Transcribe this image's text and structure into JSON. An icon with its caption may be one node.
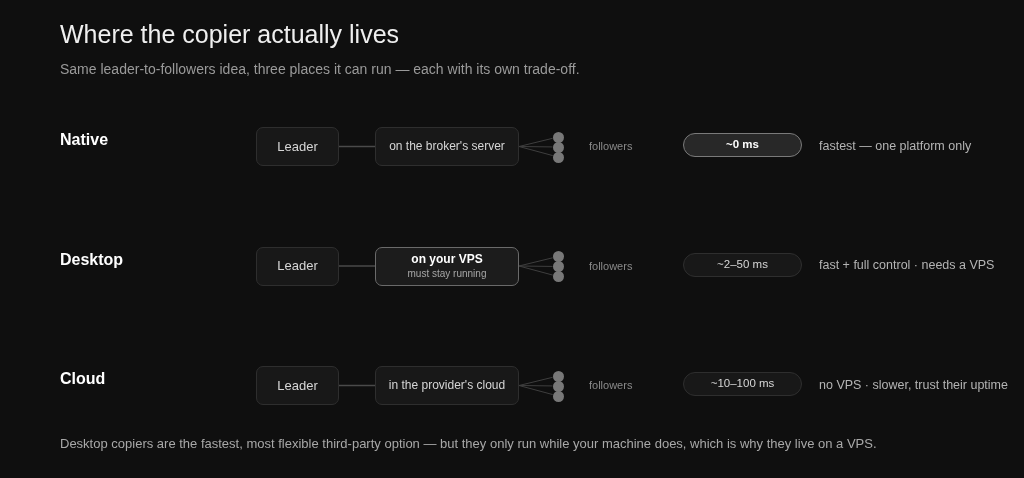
{
  "diagram": {
    "title": "Where the copier actually lives",
    "caption": "Desktop copiers are the fastest, most flexible third-party option — but they only run while your machine does, which is why they live on a VPS.",
    "nodes": [
      {
        "text": [
          "Leader"
        ]
      },
      {
        "text": [
          "on the broker's server"
        ]
      },
      {
        "text": [],
        "shape": "circle"
      },
      {
        "text": [],
        "shape": "circle"
      },
      {
        "text": [],
        "shape": "circle"
      },
      {
        "text": [
          "~0 ms"
        ]
      },
      {
        "text": [
          "Leader"
        ]
      },
      {
        "text": [
          "on your VPS",
          "must stay running"
        ]
      },
      {
        "text": [],
        "shape": "circle"
      },
      {
        "text": [],
        "shape": "circle"
      },
      {
        "text": [],
        "shape": "circle"
      },
      {
        "text": [
          "~2–50 ms"
        ]
      },
      {
        "text": [
          "Leader"
        ]
      },
      {
        "text": [
          "in the provider's cloud"
        ]
      },
      {
        "text": [],
        "shape": "circle"
      },
      {
        "text": [],
        "shape": "circle"
      },
      {
        "text": [],
        "shape": "circle"
      },
      {
        "text": [
          "~10–100 ms"
        ]
      }
    ],
    "edges": [
      {
        "from": 0,
        "to": 1,
        "arrow": "none"
      },
      {
        "from": 1,
        "to": 2,
        "arrow": "none"
      },
      {
        "from": 1,
        "to": 3,
        "arrow": "none"
      },
      {
        "from": 1,
        "to": 4,
        "arrow": "none"
      },
      {
        "from": 6,
        "to": 7,
        "arrow": "none"
      },
      {
        "from": 7,
        "to": 8,
        "arrow": "none"
      },
      {
        "from": 7,
        "to": 9,
        "arrow": "none"
      },
      {
        "from": 7,
        "to": 10,
        "arrow": "none"
      },
      {
        "from": 12,
        "to": 13,
        "arrow": "none"
      },
      {
        "from": 13,
        "to": 14,
        "arrow": "none"
      },
      {
        "from": 13,
        "to": 15,
        "arrow": "none"
      },
      {
        "from": 13,
        "to": 16,
        "arrow": "none"
      }
    ],
    "labels": [
      "Same leader-to-followers idea, three places it can run — each with its own trade-off.",
      "Native",
      "followers",
      "fastest — one platform only",
      "Desktop",
      "followers",
      "fast + full control · needs a VPS",
      "Cloud",
      "followers",
      "no VPS · slower, trust their uptime"
    ]
  }
}
